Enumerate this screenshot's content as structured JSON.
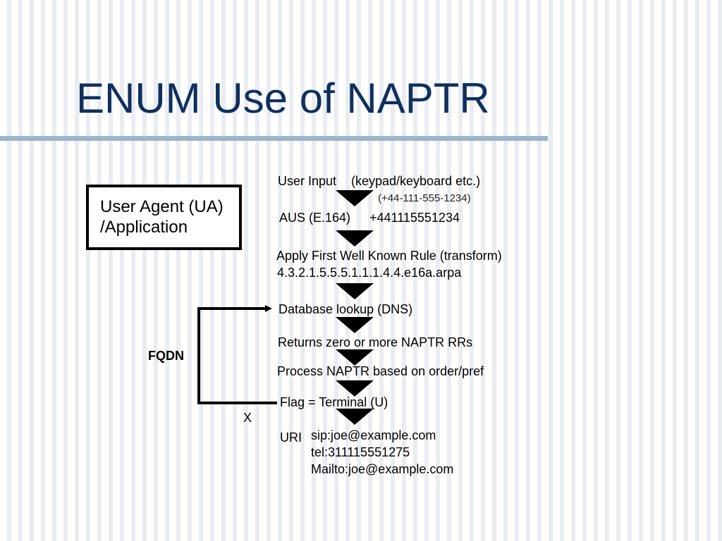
{
  "title": "ENUM Use of NAPTR",
  "user_agent": {
    "line1": "User Agent (UA)",
    "line2": "/Application"
  },
  "flow": {
    "user_input": "User Input",
    "user_input_note": "(keypad/keyboard etc.)",
    "dialed_example": "(+44-111-555-1234)",
    "aus_label": "AUS (E.164)",
    "aus_value": "+441115551234",
    "apply_rule": "Apply First Well Known Rule (transform)",
    "domain": "4.3.2.1.5.5.5.1.1.1.4.4.e16a.arpa",
    "db_lookup": "Database lookup (DNS)",
    "returns": "Returns zero or more NAPTR RRs",
    "process": "Process NAPTR based on order/pref",
    "flag": "Flag = Terminal (U)",
    "uri_label": "URI",
    "uris": [
      "sip:joe@example.com",
      "tel:311115551275",
      "Mailto:joe@example.com"
    ]
  },
  "loop": {
    "fqdn_label": "FQDN",
    "x_label": "X"
  }
}
